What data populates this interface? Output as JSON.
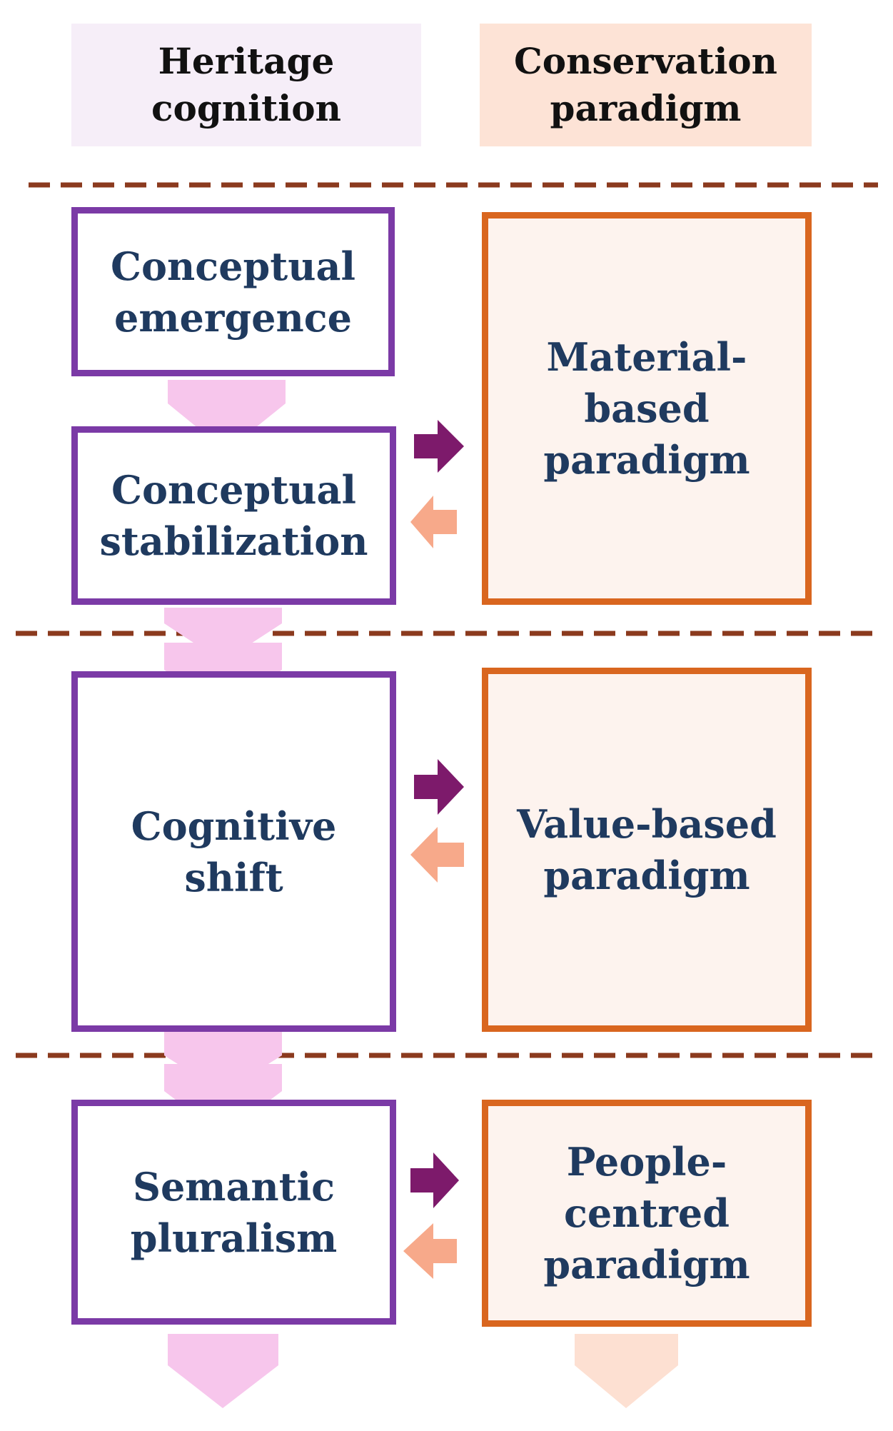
{
  "headers": {
    "heritage_cognition": "Heritage\ncognition",
    "conservation_paradigm": "Conservation\nparadigm"
  },
  "cognition_stages": [
    "Conceptual\nemergence",
    "Conceptual\nstabilization",
    "Cognitive\nshift",
    "Semantic\npluralism"
  ],
  "paradigms": [
    "Material-based\nparadigm",
    "Value-based\nparadigm",
    "People-centred\nparadigm"
  ],
  "colors": {
    "cognition_border": "#7b3aa6",
    "paradigm_border": "#d9661f",
    "text": "#1f3a5f",
    "divider": "#8b3a1e",
    "arrow_to_paradigm": "#7d1a6b",
    "arrow_to_cognition": "#f7a98a",
    "cognition_chevron": "#f7c6ec",
    "paradigm_chevron": "#fde0d2"
  }
}
